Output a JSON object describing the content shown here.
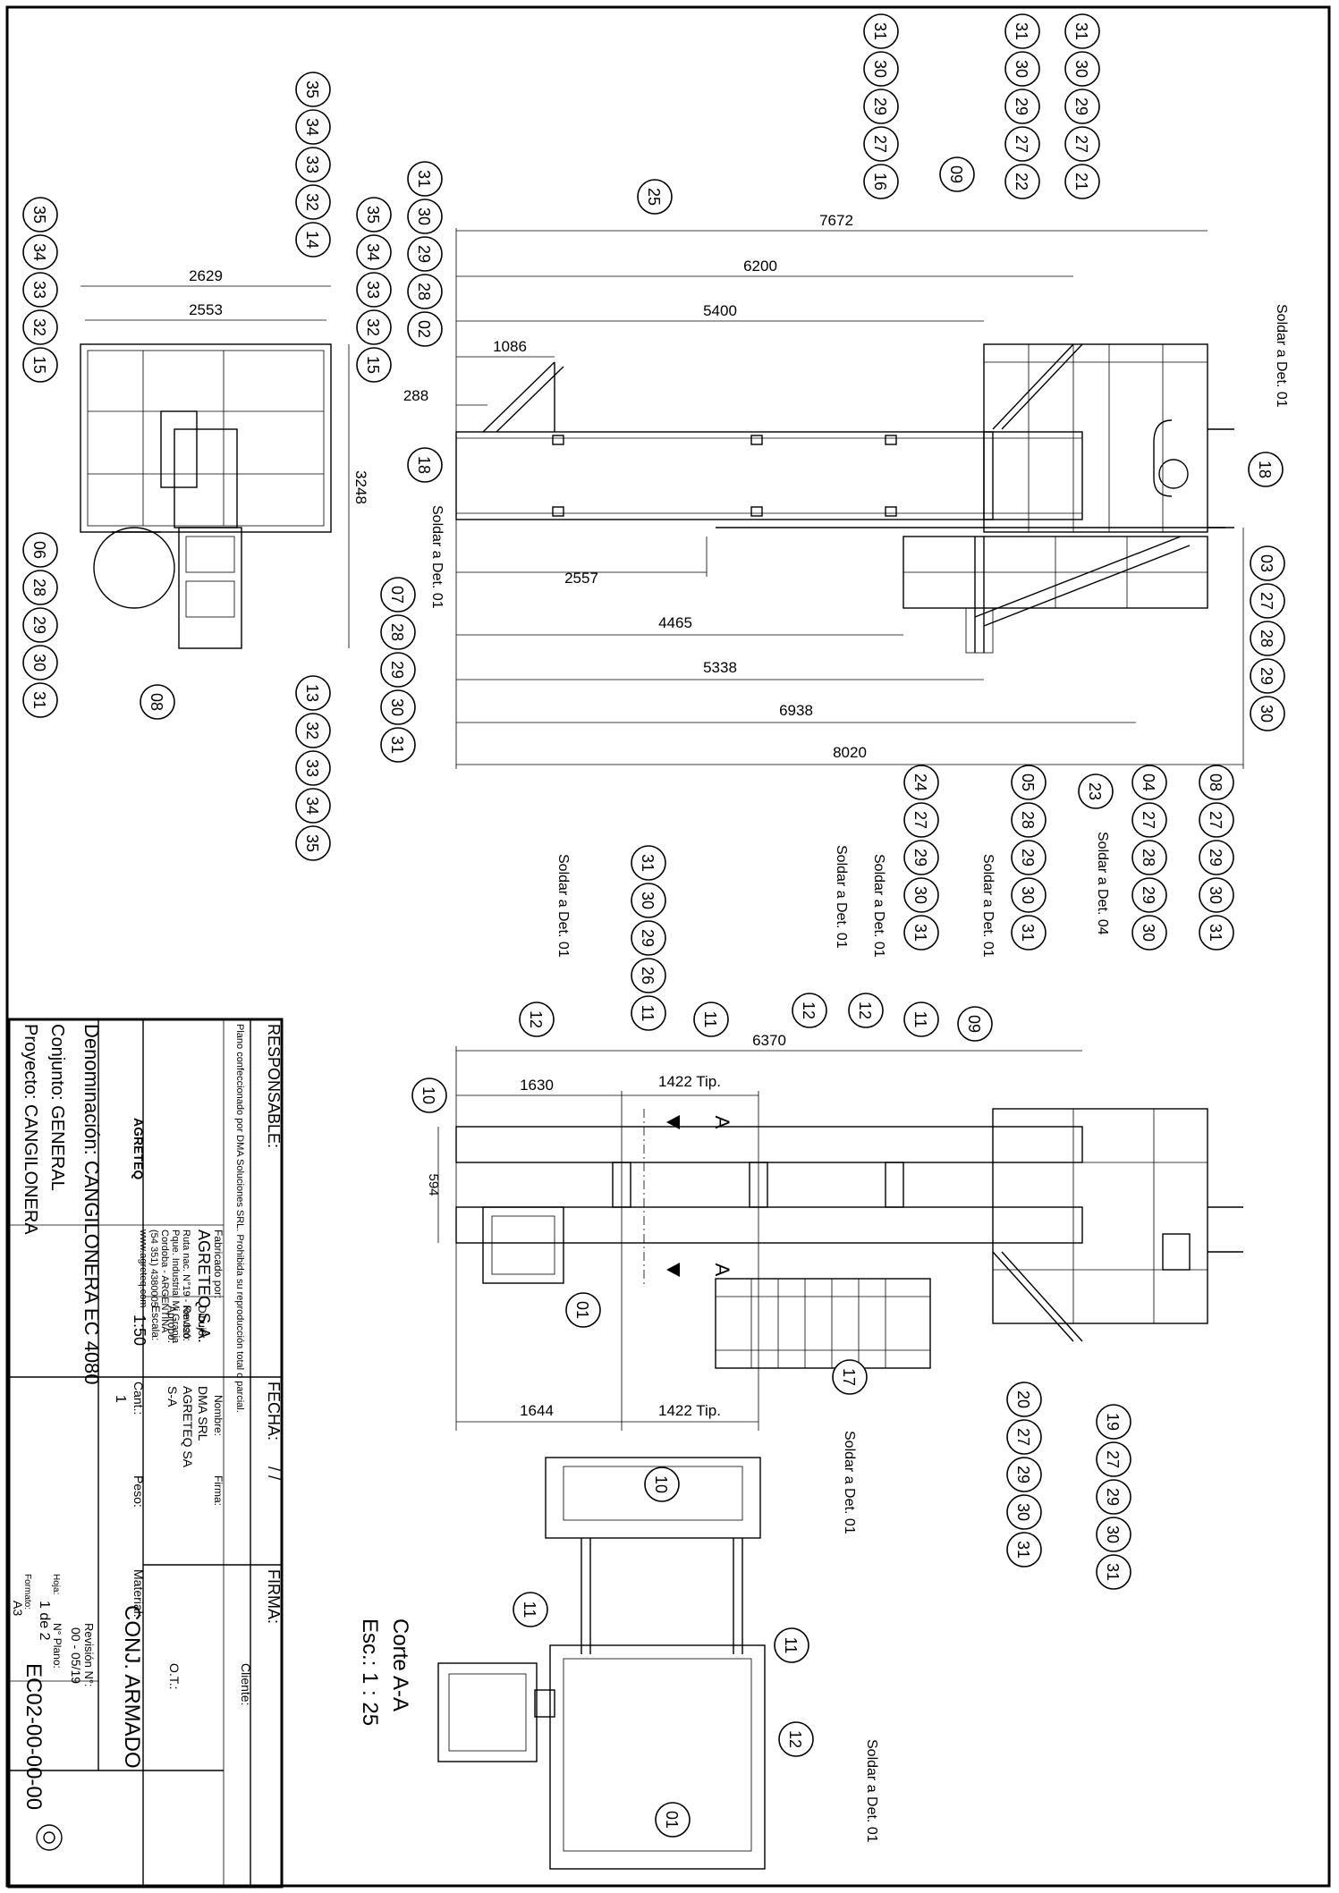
{
  "title_block": {
    "responsable_label": "RESPONSABLE:",
    "fecha_label": "FECHA:",
    "fecha_value": "/   /",
    "firma_label": "FIRMA:",
    "notice": "Plano confeccionado por DMA Soluciones SRL. Prohibida su reproducción total o parcial.",
    "fabricado_por_label": "Fabricado por:",
    "company_name": "AGRETEQ S.A.",
    "company_lines": [
      "Ruta nac. N°19 - Km 320",
      "Pque. Industrial Mi Granja",
      "Cordoba - ARGENTINA",
      "(54 351) 4380005",
      "www.agreteq.com"
    ],
    "logo_text": "AGRETEQ",
    "nombre_label": "Nombre:",
    "firma_col_label": "Firma:",
    "dibujo_label": "Dibujó:",
    "dibujo_value": "DMA SRL",
    "reviso_label": "Revisó:",
    "reviso_value": "AGRETEQ SA",
    "aprobo_label": "Aprobó:",
    "aprobo_value": "S-A",
    "escala_label": "Escala:",
    "escala_value": "1:50",
    "cant_label": "Cant.:",
    "cant_value": "1",
    "peso_label": "Peso:",
    "material_label": "Material:",
    "cliente_label": "Cliente:",
    "ot_label": "O.T.:",
    "denominacion": "Denominación: CANGILONERA EC 4080",
    "conjunto": "Conjunto: GENERAL",
    "proyecto": "Proyecto: CANGILONERA",
    "desc": "CONJ. ARMADO",
    "revision_label": "Revisión N°:",
    "revision_value": "00 - 05/19",
    "plano_label": "N° Plano:",
    "plano_value": "EC02-00-00-00",
    "hoja_label": "Hoja:",
    "hoja_value": "1 de 2",
    "formato_label": "Formato:",
    "formato_value": "A3"
  },
  "section_label": {
    "line1": "Corte A-A",
    "line2": "Esc.: 1 : 25",
    "cut_mark": "A"
  },
  "dimensions": {
    "top": [
      "7672",
      "6200",
      "5400",
      "1086",
      "288"
    ],
    "bottom": [
      "2557",
      "4465",
      "5338",
      "6938",
      "8020"
    ],
    "plan": [
      "2629",
      "2553",
      "3248"
    ],
    "front": [
      "6370",
      "1630",
      "1422 Tip.",
      "594",
      "1644",
      "1422 Tip."
    ]
  },
  "notes": {
    "weld01": "Soldar a Det. 01",
    "weld04": "Soldar a Det. 04"
  },
  "balloon_groups": {
    "g1": [
      "31",
      "30",
      "29",
      "27",
      "16"
    ],
    "g2": [
      "09"
    ],
    "g3": [
      "31",
      "30",
      "29",
      "27",
      "22"
    ],
    "g4": [
      "31",
      "30",
      "29",
      "27",
      "21"
    ],
    "g5": [
      "25"
    ],
    "g6": [
      "31",
      "30",
      "29",
      "28",
      "02"
    ],
    "g7": [
      "18"
    ],
    "g8": [
      "18"
    ],
    "g9": [
      "03",
      "27",
      "28",
      "29",
      "30"
    ],
    "g10": [
      "24",
      "27",
      "29",
      "30",
      "31"
    ],
    "g11": [
      "05",
      "28",
      "29",
      "30",
      "31"
    ],
    "g12": [
      "23"
    ],
    "g13": [
      "04",
      "27",
      "28",
      "29",
      "30"
    ],
    "g14": [
      "08",
      "27",
      "29",
      "30",
      "31"
    ],
    "g15": [
      "35",
      "34",
      "33",
      "32",
      "14"
    ],
    "g16": [
      "35",
      "34",
      "33",
      "32",
      "15"
    ],
    "g17": [
      "35",
      "34",
      "33",
      "32",
      "15"
    ],
    "g18": [
      "06",
      "28",
      "29",
      "30",
      "31"
    ],
    "g19": [
      "07",
      "28",
      "29",
      "30",
      "31"
    ],
    "g20": [
      "13",
      "32",
      "33",
      "34",
      "35"
    ],
    "g21": [
      "08"
    ],
    "g22": [
      "12"
    ],
    "g23": [
      "31",
      "30",
      "29",
      "26",
      "11"
    ],
    "g24": [
      "11"
    ],
    "g25": [
      "12"
    ],
    "g26": [
      "12"
    ],
    "g27": [
      "11"
    ],
    "g28": [
      "09"
    ],
    "g29": [
      "10"
    ],
    "g30": [
      "01"
    ],
    "g31": [
      "17"
    ],
    "g32": [
      "20",
      "27",
      "29",
      "30",
      "31"
    ],
    "g33": [
      "19",
      "27",
      "29",
      "30",
      "31"
    ],
    "g34": [
      "10"
    ],
    "g35": [
      "11"
    ],
    "g36": [
      "11"
    ],
    "g37": [
      "12"
    ],
    "g38": [
      "01"
    ]
  }
}
